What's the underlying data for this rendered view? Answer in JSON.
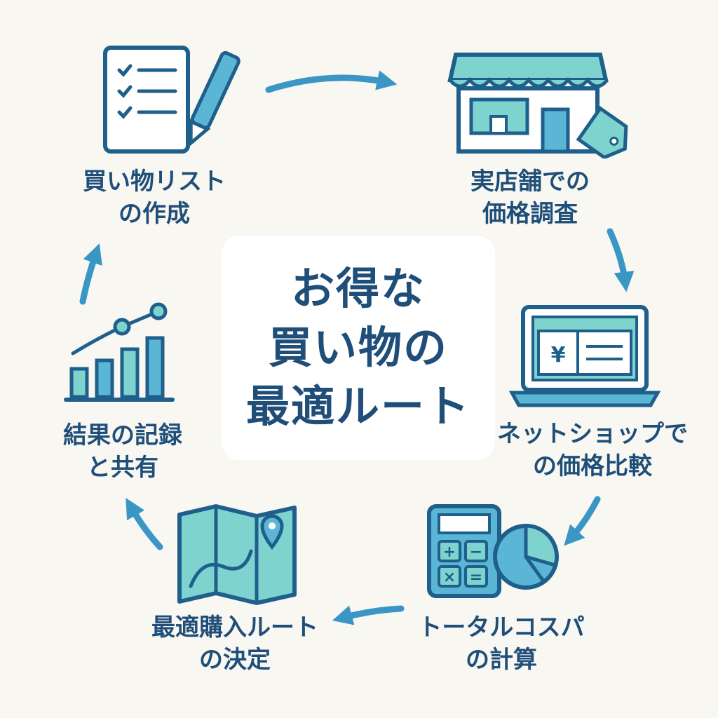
{
  "title": {
    "lines": [
      "お得な",
      "買い物の",
      "最適ルート"
    ]
  },
  "steps": [
    {
      "lines": [
        "買い物リスト",
        "の作成"
      ],
      "icon": "checklist-pencil-icon"
    },
    {
      "lines": [
        "実店舗での",
        "価格調査"
      ],
      "icon": "storefront-tag-icon"
    },
    {
      "lines": [
        "ネットショップで",
        "の価格比較"
      ],
      "icon": "laptop-yen-icon"
    },
    {
      "lines": [
        "トータルコスパ",
        "の計算"
      ],
      "icon": "calculator-pie-icon"
    },
    {
      "lines": [
        "最適購入ルート",
        "の決定"
      ],
      "icon": "map-route-icon"
    },
    {
      "lines": [
        "結果の記録",
        "と共有"
      ],
      "icon": "bar-chart-trend-icon"
    }
  ],
  "colors": {
    "background": "#f8f7f2",
    "text": "#1f4e79",
    "outline": "#1f5f8b",
    "accent_light": "#7fd3cf",
    "accent_mid": "#4aa3c8",
    "arrow": "#3a96c4"
  }
}
